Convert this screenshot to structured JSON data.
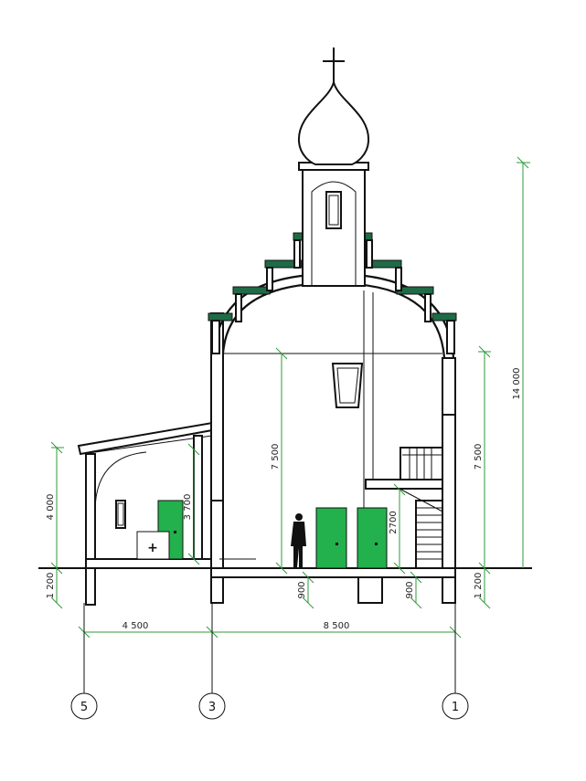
{
  "colors": {
    "door": "#22b14c",
    "roof_tier": "#1f6b45",
    "dimension_line": "#2e9b3a",
    "line": "#111111"
  },
  "icons": {
    "cross": "orthodox-cross-icon",
    "person": "human-figure-icon",
    "medical": "plus-sign-icon"
  },
  "dimensions": {
    "overall_height": "14 000",
    "dome_right_height": "7 500",
    "dome_left_height": "7 500",
    "porch_height": "4 000",
    "porch_door_height": "3 700",
    "inner_door_height": "2700",
    "foundation_left": "1 200",
    "foundation_right": "1 200",
    "floor_offset_left": "900",
    "floor_offset_right": "900",
    "span_left": "4 500",
    "span_right": "8 500"
  },
  "axes": [
    "5",
    "3",
    "1"
  ]
}
